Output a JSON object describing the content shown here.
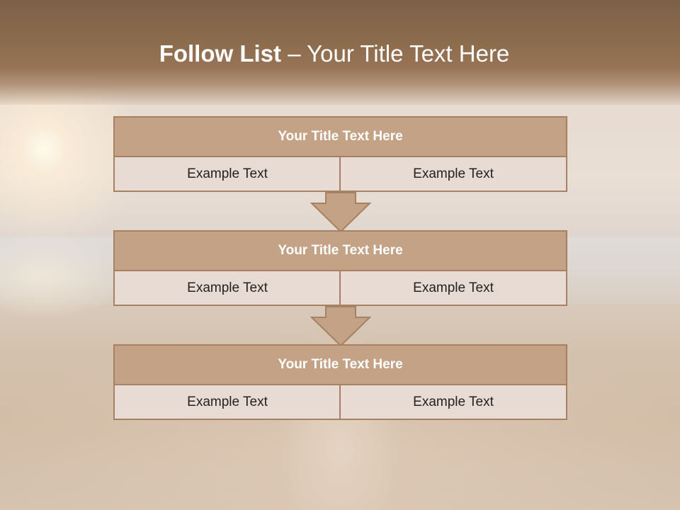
{
  "slide": {
    "title_bold": "Follow List",
    "title_rest": " – Your Title Text Here"
  },
  "steps": [
    {
      "title": "Your Title Text Here",
      "left": "Example Text",
      "right": "Example Text"
    },
    {
      "title": "Your Title Text Here",
      "left": "Example Text",
      "right": "Example Text"
    },
    {
      "title": "Your Title Text Here",
      "left": "Example Text",
      "right": "Example Text"
    }
  ],
  "colors": {
    "header": "#8a6a4c",
    "title_fill": "#c3a285",
    "border": "#a68162",
    "cell_fill": "#e8dbd3"
  }
}
